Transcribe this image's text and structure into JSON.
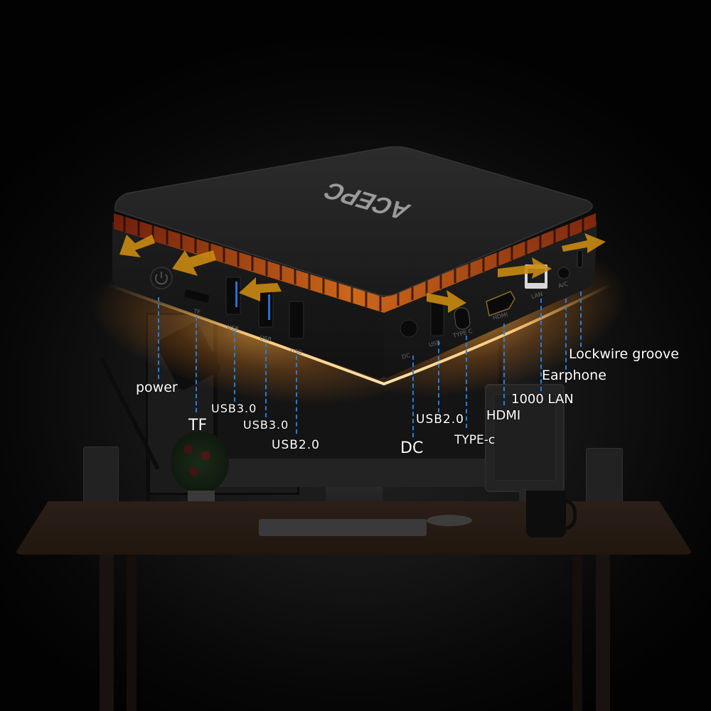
{
  "product": {
    "brand_logo": "ACEPC",
    "logo_orientation": "upside-down",
    "type": "mini PC"
  },
  "device_port_markings": [
    "TF",
    "USB",
    "USB",
    "USB",
    "DC",
    "USB",
    "TYPE C",
    "HDMI",
    "LAN",
    "A/C"
  ],
  "annotations": [
    {
      "id": "power",
      "label": "power"
    },
    {
      "id": "tf",
      "label": "TF"
    },
    {
      "id": "usb30_a",
      "label": "USB3.0"
    },
    {
      "id": "usb30_b",
      "label": "USB3.0"
    },
    {
      "id": "usb20_a",
      "label": "USB2.0"
    },
    {
      "id": "dc",
      "label": "DC"
    },
    {
      "id": "usb20_b",
      "label": "USB2.0"
    },
    {
      "id": "typec",
      "label": "TYPE-c"
    },
    {
      "id": "hdmi",
      "label": "HDMI"
    },
    {
      "id": "lan",
      "label": "1000 LAN"
    },
    {
      "id": "earphone",
      "label": "Earphone"
    },
    {
      "id": "lockwire",
      "label": "Lockwire groove"
    }
  ],
  "colors": {
    "background": "#0a0a0a",
    "device_body": "#1c1c1c",
    "vent_glow": "#e0701a",
    "airflow_arrow": "#c98a12",
    "underglow": "#ffad3c",
    "leader_line": "#1e7fe0",
    "label_text": "#ffffff"
  }
}
